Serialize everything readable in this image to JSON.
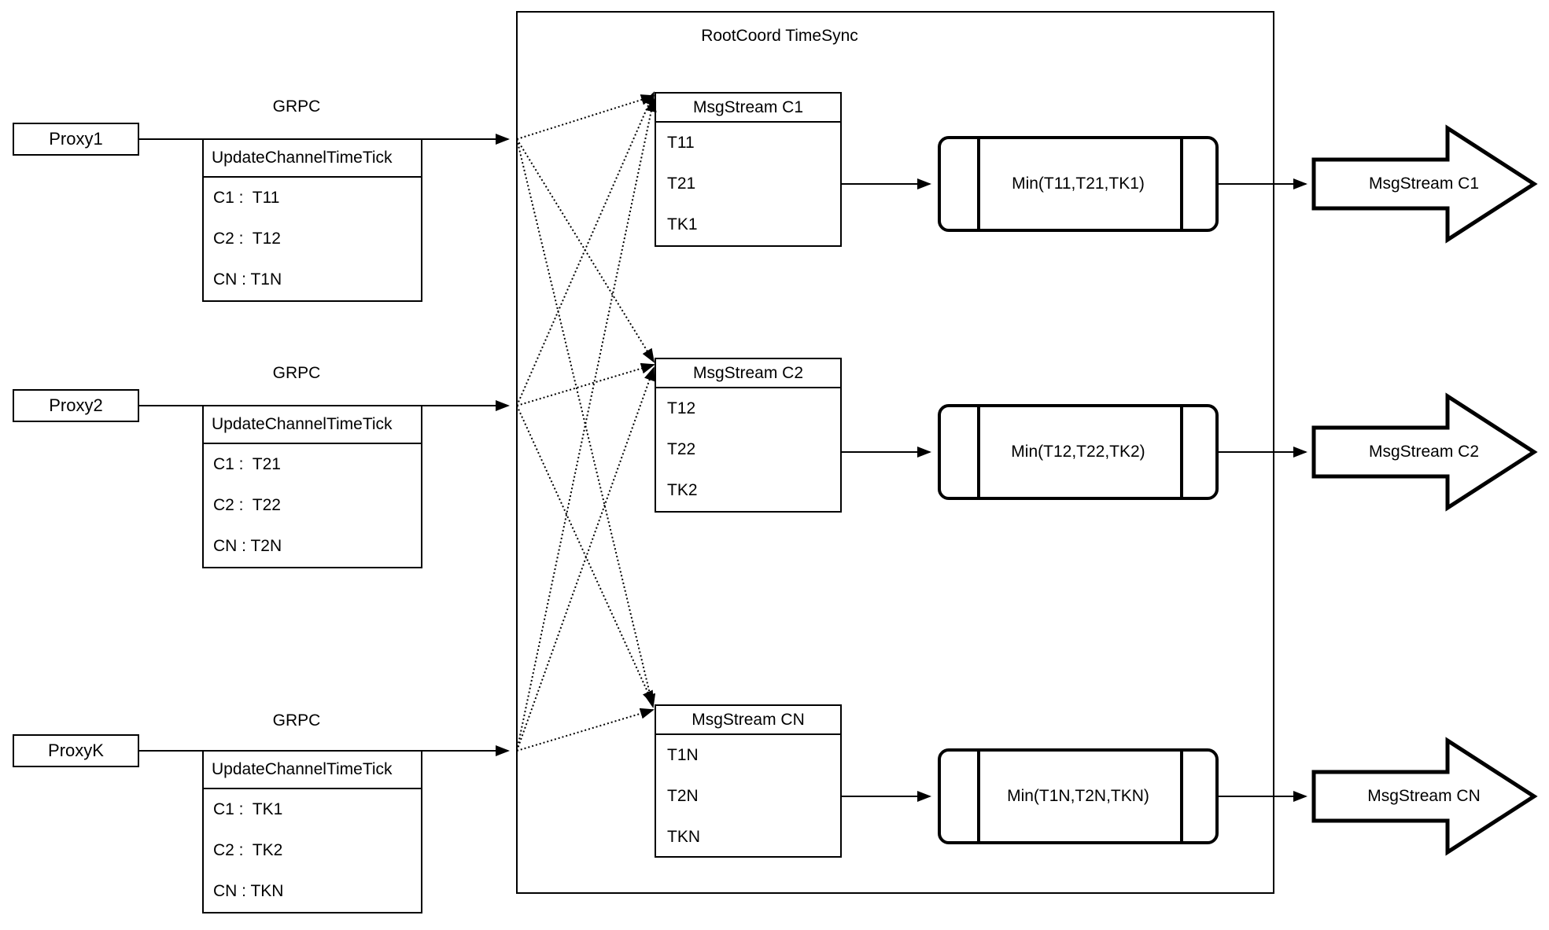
{
  "diagram": {
    "title": "RootCoord TimeSync",
    "colors": {
      "line": "#000000",
      "background": "#ffffff"
    },
    "proxies": [
      {
        "name": "Proxy1",
        "protocol": "GRPC",
        "table": {
          "header": "UpdateChannelTimeTick",
          "rows": [
            "C1 :  T11",
            "C2 :  T12",
            "CN : T1N"
          ]
        }
      },
      {
        "name": "Proxy2",
        "protocol": "GRPC",
        "table": {
          "header": "UpdateChannelTimeTick",
          "rows": [
            "C1 :  T21",
            "C2 :  T22",
            "CN : T2N"
          ]
        }
      },
      {
        "name": "ProxyK",
        "protocol": "GRPC",
        "table": {
          "header": "UpdateChannelTimeTick",
          "rows": [
            "C1 :  TK1",
            "C2 :  TK2",
            "CN : TKN"
          ]
        }
      }
    ],
    "streams": [
      {
        "header": "MsgStream C1",
        "rows": [
          "T11",
          "T21",
          "TK1"
        ],
        "min_label": "Min(T11,T21,TK1)",
        "output_label": "MsgStream C1"
      },
      {
        "header": "MsgStream C2",
        "rows": [
          "T12",
          "T22",
          "TK2"
        ],
        "min_label": "Min(T12,T22,TK2)",
        "output_label": "MsgStream C2"
      },
      {
        "header": "MsgStream CN",
        "rows": [
          "T1N",
          "T2N",
          "TKN"
        ],
        "min_label": "Min(T1N,T2N,TKN)",
        "output_label": "MsgStream CN"
      }
    ]
  }
}
